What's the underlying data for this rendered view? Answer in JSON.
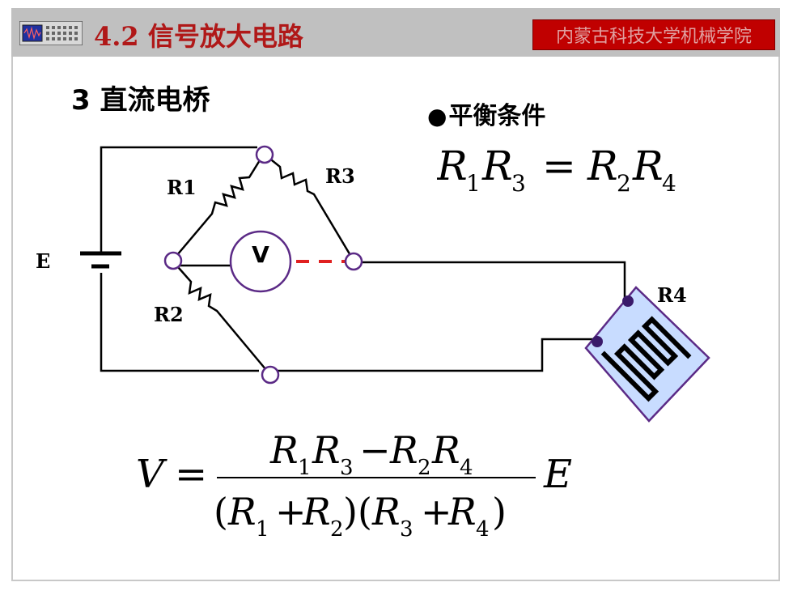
{
  "header": {
    "title": "4.2 信号放大电路",
    "school": "内蒙古科技大学机械学院",
    "icon": "oscilloscope-icon"
  },
  "section": {
    "heading": "3  直流电桥"
  },
  "balance": {
    "bullet": "●",
    "heading": "平衡条件"
  },
  "components": {
    "r1": "R1",
    "r2": "R2",
    "r3": "R3",
    "r4": "R4",
    "source": "E",
    "meter": "V"
  },
  "colors": {
    "title": "#b01818",
    "school_bg": "#c00000",
    "wire": "#000000",
    "node": "#5b2a86",
    "dashed": "#e02020",
    "gauge_bg": "#c8dcff",
    "gauge_border": "#5b2a86"
  }
}
